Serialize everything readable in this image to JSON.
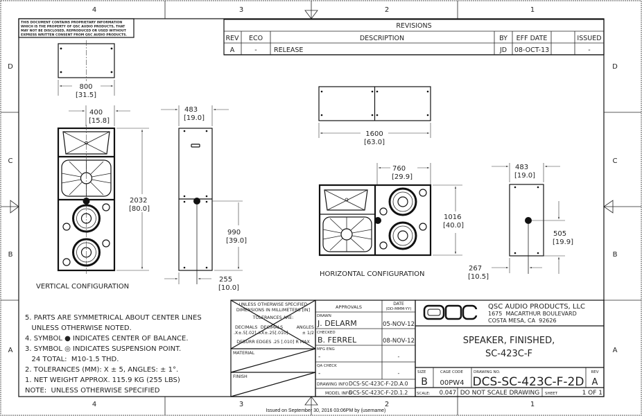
{
  "zones": {
    "columns": [
      "4",
      "3",
      "2",
      "1"
    ],
    "rows": [
      "D",
      "C",
      "B",
      "A"
    ]
  },
  "proprietary_notice": [
    "THIS DOCUMENT CONTAINS PROPRIETARY INFORMATION",
    "WHICH IS THE PROPERTY OF QSC AUDIO PRODUCTS, THAT",
    "MAY NOT BE DISCLOSED, REPRODUCED OR USED WITHOUT",
    "EXPRESS WRITTEN CONSENT FROM QSC AUDIO PRODUCTS."
  ],
  "revisions": {
    "title": "REVISIONS",
    "headers": {
      "rev": "REV",
      "eco": "ECO",
      "description": "DESCRIPTION",
      "by": "BY",
      "eff_date": "EFF DATE",
      "issued": "ISSUED"
    },
    "rows": [
      {
        "rev": "A",
        "eco": "-",
        "description": "RELEASE",
        "by": "JD",
        "eff_date": "08-OCT-13",
        "issued": "-"
      }
    ]
  },
  "dimensions": {
    "vertical_top_width": {
      "mm": "800",
      "in": "[31.5]"
    },
    "vertical_front_width": {
      "mm": "400",
      "in": "[15.8]"
    },
    "vertical_height": {
      "mm": "2032",
      "in": "[80.0]"
    },
    "vertical_side_depth": {
      "mm": "483",
      "in": "[19.0]"
    },
    "vertical_cog_height": {
      "mm": "990",
      "in": "[39.0]"
    },
    "vertical_cog_depth": {
      "mm": "255",
      "in": "[10.0]"
    },
    "horizontal_top_width": {
      "mm": "1600",
      "in": "[63.0]"
    },
    "horizontal_module_width": {
      "mm": "760",
      "in": "[29.9]"
    },
    "horizontal_height": {
      "mm": "1016",
      "in": "[40.0]"
    },
    "horizontal_side_depth": {
      "mm": "483",
      "in": "[19.0]"
    },
    "horizontal_cog_height": {
      "mm": "505",
      "in": "[19.9]"
    },
    "horizontal_cog_depth": {
      "mm": "267",
      "in": "[10.5]"
    }
  },
  "labels": {
    "vertical_configuration": "VERTICAL CONFIGURATION",
    "horizontal_configuration": "HORIZONTAL CONFIGURATION"
  },
  "notes": [
    "5. PARTS ARE SYMMETRICAL ABOUT CENTER LINES",
    "   UNLESS OTHERWISE NOTED.",
    "4. SYMBOL ● INDICATES CENTER OF BALANCE.",
    "3. SYMBOL ◎ INDICATES SUSPENSION POINT.",
    "   24 TOTAL:  M10-1.5 THD.",
    "2. TOLERANCES (MM): X ± 5, ANGLES: ± 1°.",
    "1. NET WEIGHT APPROX. 115.9 KG (255 LBS)",
    "NOTE:  UNLESS OTHERWISE SPECIFIED"
  ],
  "tolerance_block": {
    "line1": "UNLESS OTHERWISE SPECIFIED",
    "line2": "DIMENSIONS IN MILLIMETERS [IN]",
    "line3": "TOLERANCES ARE:",
    "decimals1_label": "DECIMALS",
    "decimals1_value": ".X±.5[.02]",
    "decimals2_label": "DECIMALS",
    "decimals2_value": ".XX±.25[.010]",
    "angles_label": "ANGLES",
    "angles_value": "± 1/2",
    "deburr": "DEBURR EDGES .25 [.010] R MAX",
    "material_label": "MATERIAL",
    "finish_label": "FINISH"
  },
  "approvals": {
    "header": "APPROVALS",
    "date_header": "DATE",
    "date_format": "(DD-MMM-YY)",
    "drawn_label": "DRAWN",
    "drawn_name": "J. DELARM",
    "drawn_date": "05-NOV-12",
    "checked_label": "CHECKED",
    "checked_name": "B. FERREL",
    "checked_date": "08-NOV-12",
    "mfg_label": "MFG ENG",
    "mfg_name": "-",
    "mfg_date": "-",
    "qa_label": "QA CHECK",
    "qa_name": "-",
    "qa_date": "-",
    "drawing_info_label": "DRAWING INFO",
    "drawing_info_value": "DCS-SC-423C-F-2D.A.0",
    "model_info_label": "MODEL INFO",
    "model_info_value": "DCS-SC-423C-F-2D.1.2"
  },
  "company": {
    "logo": "QSC",
    "name": "QSC AUDIO PRODUCTS, LLC",
    "address1": "1675  MACARTHUR BOULEVARD",
    "address2": "COSTA MESA, CA  92626"
  },
  "title": {
    "line1": "SPEAKER, FINISHED,",
    "line2": "SC-423C-F"
  },
  "title_block": {
    "size_label": "SIZE",
    "size": "B",
    "cage_label": "CAGE CODE",
    "cage": "00PW4",
    "drawing_no_label": "DRAWING NO.",
    "drawing_no": "DCS-SC-423C-F-2D",
    "rev_label": "REV",
    "rev": "A",
    "scale_label": "SCALE:",
    "scale": "0.047",
    "do_not_scale": "DO NOT SCALE DRAWING",
    "sheet_label": "SHEET",
    "sheet": "1 OF 1"
  },
  "footer": {
    "issued": "Issued on September 30, 2016 03:06PM by (username)"
  },
  "colors": {
    "line": "#111111",
    "background": "#ffffff"
  }
}
